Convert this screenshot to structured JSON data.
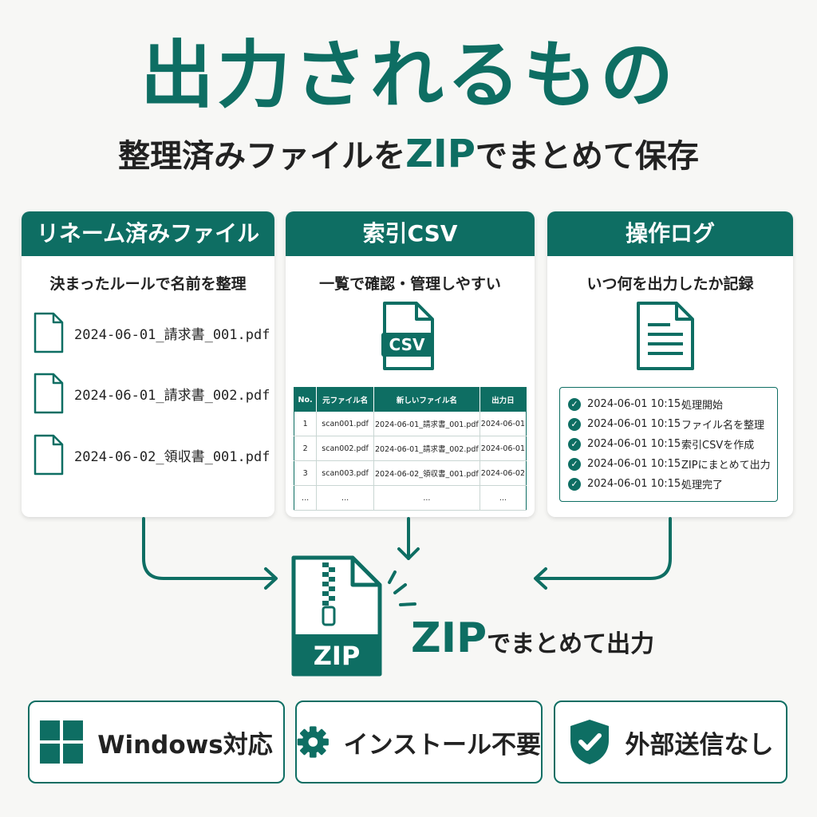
{
  "title": "出力されるもの",
  "subtitle": {
    "before": "整理済みファイルを",
    "zip": "ZIP",
    "after": "でまとめて保存"
  },
  "colors": {
    "accent": "#0e6e63",
    "text": "#222222",
    "background": "#f7f7f5"
  },
  "cards": {
    "renamed": {
      "title": "リネーム済みファイル",
      "desc": "決まったルールで名前を整理",
      "icon": "file-icon",
      "files": [
        "2024-06-01_請求書_001.pdf",
        "2024-06-01_請求書_002.pdf",
        "2024-06-02_領収書_001.pdf"
      ]
    },
    "csv": {
      "title": "索引CSV",
      "desc": "一覧で確認・管理しやすい",
      "icon_label": "CSV",
      "table": {
        "headers": [
          "No.",
          "元ファイル名",
          "新しいファイル名",
          "出力日"
        ],
        "rows": [
          [
            "1",
            "scan001.pdf",
            "2024-06-01_請求書_001.pdf",
            "2024-06-01"
          ],
          [
            "2",
            "scan002.pdf",
            "2024-06-01_請求書_002.pdf",
            "2024-06-01"
          ],
          [
            "3",
            "scan003.pdf",
            "2024-06-02_領収書_001.pdf",
            "2024-06-02"
          ],
          [
            "...",
            "...",
            "...",
            "..."
          ]
        ]
      }
    },
    "log": {
      "title": "操作ログ",
      "desc": "いつ何を出力したか記録",
      "icon": "document-icon",
      "entries": [
        {
          "time": "2024-06-01 10:15",
          "text": "処理開始"
        },
        {
          "time": "2024-06-01 10:15",
          "text": "ファイル名を整理"
        },
        {
          "time": "2024-06-01 10:15",
          "text": "索引CSVを作成"
        },
        {
          "time": "2024-06-01 10:15",
          "text": "ZIPにまとめて出力"
        },
        {
          "time": "2024-06-01 10:15",
          "text": "処理完了"
        }
      ]
    }
  },
  "zip": {
    "icon_label": "ZIP",
    "label_zip": "ZIP",
    "label_rest": "でまとめて出力"
  },
  "badges": [
    {
      "icon": "windows-icon",
      "label": "Windows対応"
    },
    {
      "icon": "gear-icon",
      "label": "インストール不要"
    },
    {
      "icon": "shield-check-icon",
      "label": "外部送信なし"
    }
  ]
}
